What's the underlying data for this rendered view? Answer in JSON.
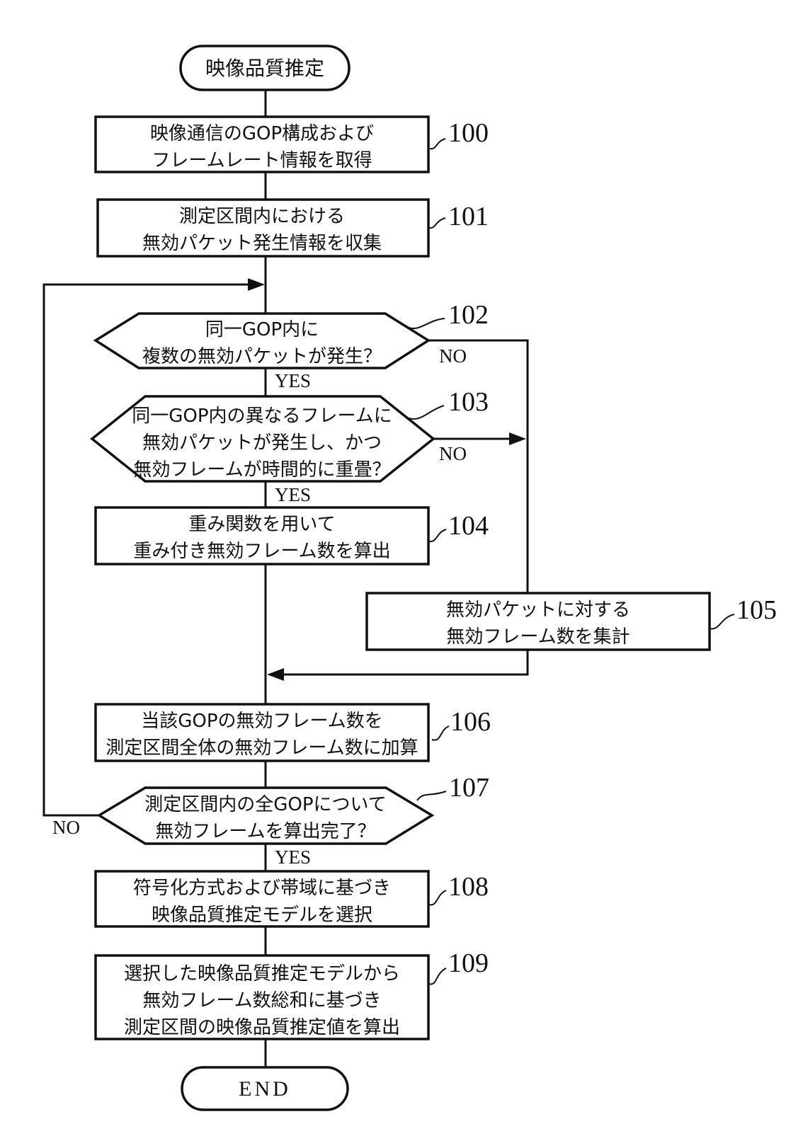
{
  "figure": {
    "type": "flowchart",
    "start_label": "映像品質推定",
    "end_label": "END",
    "yes_label": "YES",
    "no_label": "NO",
    "colors": {
      "ink": "#111111",
      "paper": "#ffffff"
    },
    "nodes": {
      "n100": {
        "ref": "100",
        "shape": "process",
        "line1": "映像通信のGOP構成および",
        "line2": "フレームレート情報を取得"
      },
      "n101": {
        "ref": "101",
        "shape": "process",
        "line1": "測定区間内における",
        "line2": "無効パケット発生情報を収集"
      },
      "n102": {
        "ref": "102",
        "shape": "decision",
        "line1": "同一GOP内に",
        "line2": "複数の無効パケットが発生？"
      },
      "n103": {
        "ref": "103",
        "shape": "decision",
        "line1": "同一GOP内の異なるフレームに",
        "line2": "無効パケットが発生し、かつ",
        "line3": "無効フレームが時間的に重畳？"
      },
      "n104": {
        "ref": "104",
        "shape": "process",
        "line1": "重み関数を用いて",
        "line2": "重み付き無効フレーム数を算出"
      },
      "n105": {
        "ref": "105",
        "shape": "process",
        "line1": "無効パケットに対する",
        "line2": "無効フレーム数を集計"
      },
      "n106": {
        "ref": "106",
        "shape": "process",
        "line1": "当該GOPの無効フレーム数を",
        "line2": "測定区間全体の無効フレーム数に加算"
      },
      "n107": {
        "ref": "107",
        "shape": "decision",
        "line1": "測定区間内の全GOPについて",
        "line2": "無効フレームを算出完了？"
      },
      "n108": {
        "ref": "108",
        "shape": "process",
        "line1": "符号化方式および帯域に基づき",
        "line2": "映像品質推定モデルを選択"
      },
      "n109": {
        "ref": "109",
        "shape": "process",
        "line1": "選択した映像品質推定モデルから",
        "line2": "無効フレーム数総和に基づき",
        "line3": "測定区間の映像品質推定値を算出"
      }
    }
  }
}
